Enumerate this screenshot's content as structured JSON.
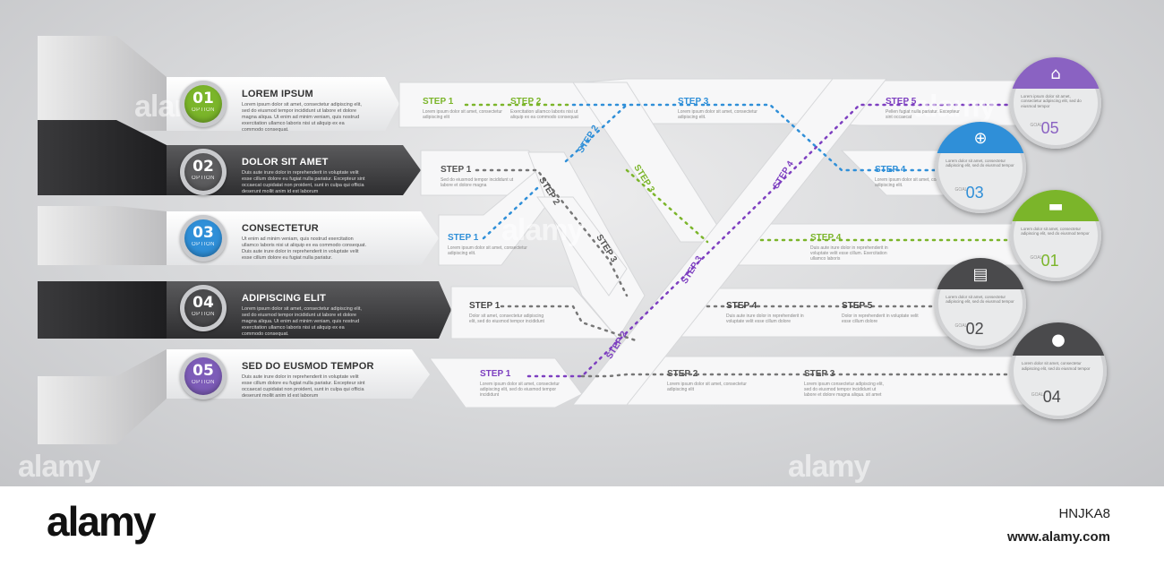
{
  "rows": [
    {
      "num": "01",
      "option": "OPTION",
      "title": "LOREM IPSUM",
      "body": "Lorem ipsum dolor sit amet, consectetur adipiscing elit, sed do eiusmod tempor incididunt ut labore et dolore magna aliqua. Ut enim ad minim veniam, quis nostrud exercitation ullamco laboris nisi ut aliquip ex ea commodo consequat.",
      "color": "#7bb52a"
    },
    {
      "num": "02",
      "option": "OPTION",
      "title": "DOLOR SIT AMET",
      "body": "Duis aute irure dolor in reprehenderit in voluptate velit esse cillum dolore eu fugiat nulla pariatur. Excepteur sint occaecat cupidatat non proident, sunt in culpa qui officia deserunt mollit anim id est laborum",
      "color": "#5c5c5e"
    },
    {
      "num": "03",
      "option": "OPTION",
      "title": "CONSECTETUR",
      "body": "Ut enim ad minim veniam, quis nostrud exercitation ullamco laboris nisi ut aliquip ex ea commodo consequat. Duis aute irure dolor in reprehenderit in voluptate velit esse cillum dolore eu fugiat nulla pariatur.",
      "color": "#2f8fd8"
    },
    {
      "num": "04",
      "option": "OPTION",
      "title": "ADIPISCING ELIT",
      "body": "Lorem ipsum dolor sit amet, consectetur adipiscing elit, sed do eiusmod tempor incididunt ut labore et dolore magna aliqua. Ut enim ad minim veniam, quis nostrud exercitation ullamco laboris nisi ut aliquip ex ea commodo consequat.",
      "color": "#4a4a4c"
    },
    {
      "num": "05",
      "option": "OPTION",
      "title": "SED DO EUSMOD TEMPOR",
      "body": "Duis aute irure dolor in reprehenderit in voluptate velit esse cillum dolore eu fugiat nulla pariatur. Excepteur sint occaecat cupidatat non proident, sunt in culpa qui officia deserunt mollit anim id est laborum",
      "color": "#7d5cb8"
    }
  ],
  "steps": [
    {
      "label": "STEP 1",
      "color": "#7bb52a",
      "text": "Lorem ipsum dolor sit amet, consectetur adipiscing elit"
    },
    {
      "label": "STEP 2",
      "color": "#7bb52a",
      "text": "Exercitation ullamco laboris nisi ut aliquip ex ea commodo consequat"
    },
    {
      "label": "STEP 3",
      "color": "#2f8fd8",
      "text": "Lorem ipsum dolor sit amet, consectetur adipiscing elit."
    },
    {
      "label": "STEP 5",
      "color": "#7d3fc0",
      "text": "Pellen fugiat nulla pariatur. Excepteur sint occaecat"
    },
    {
      "label": "STEP 1",
      "color": "#555555",
      "text": "Sed do eiusmod tempor incididunt ut labore et dolore magna"
    },
    {
      "label": "STEP 4",
      "color": "#2f8fd8",
      "text": "Lorem ipsum dolor sit amet, consectetur adipiscing elit."
    },
    {
      "label": "STEP 1",
      "color": "#2f8fd8",
      "text": "Lorem ipsum dolor sit amet, consectetur adipiscing elit."
    },
    {
      "label": "STEP 4",
      "color": "#7bb52a",
      "text": "Duis aute irure dolor in reprehenderit in voluptate velit esse cillum. Exercitation ullamco laboris"
    },
    {
      "label": "STEP 1",
      "color": "#444444",
      "text": "Dolor sit amet, consectetur adipiscing elit, sed do eiusmod tempor incididunt"
    },
    {
      "label": "STEP 4",
      "color": "#444444",
      "text": "Duis aute irure dolor in reprehenderit in voluptate velit esse cillum dolore"
    },
    {
      "label": "STEP 5",
      "color": "#444444",
      "text": "Dolor in reprehenderit in voluptate velit esse cillum dolore"
    },
    {
      "label": "STEP 1",
      "color": "#7d3fc0",
      "text": "Lorem ipsum dolor sit amet, consectetur adipiscing elit, sed do eiusmod tempor incididunt"
    },
    {
      "label": "STEP 2",
      "color": "#555555",
      "text": "Lorem ipsum dolor sit amet, consectetur adipiscing elit"
    },
    {
      "label": "STEP 3",
      "color": "#555555",
      "text": "Lorem ipsum consectetur adipiscing elit, sed do eiusmod tempor incididunt ut labore et dolore magna aliqua. sit amet"
    }
  ],
  "diag_steps": [
    {
      "label": "STEP 2",
      "color": "#2f8fd8"
    },
    {
      "label": "STEP 3",
      "color": "#7bb52a"
    },
    {
      "label": "STEP 2",
      "color": "#555555"
    },
    {
      "label": "STEP 3",
      "color": "#555555"
    },
    {
      "label": "STEP 4",
      "color": "#7d3fc0"
    },
    {
      "label": "STEP 3",
      "color": "#7d3fc0"
    },
    {
      "label": "STEP 2",
      "color": "#7d3fc0"
    }
  ],
  "goals": [
    {
      "word": "GOAL",
      "num": "05",
      "color": "#8a62c2",
      "icon": "home-icon",
      "glyph": "⌂",
      "text": "Lorem ipsum dolor sit amet, consectetur adipiscing elit, sed do eiusmod tempor"
    },
    {
      "word": "GOAL",
      "num": "03",
      "color": "#2f8fd8",
      "icon": "globe-icon",
      "glyph": "⊕",
      "text": "Lorem dolor sit amet, consectetur adipiscing elit, sed do eiusmod tempor"
    },
    {
      "word": "GOAL",
      "num": "01",
      "color": "#7bb52a",
      "icon": "chat-icon",
      "glyph": "▬",
      "text": "Lorem dolor sit amet, consectetur adipiscing elit, sed do eiusmod tempor"
    },
    {
      "word": "GOAL",
      "num": "02",
      "color": "#4a4a4c",
      "icon": "document-icon",
      "glyph": "▤",
      "text": "Lorem dolor sit amet, consectetur adipiscing elit, sed do eiusmod tempor"
    },
    {
      "word": "GOAL",
      "num": "04",
      "color": "#4a4a4c",
      "icon": "user-icon",
      "glyph": "●",
      "text": "Lorem dolor sit amet, consectetur adipiscing elit, sed do eiusmod tempor"
    }
  ],
  "watermark": "alamy",
  "footer": {
    "logo": "alamy",
    "image_id": "HNJKA8",
    "url": "www.alamy.com"
  }
}
